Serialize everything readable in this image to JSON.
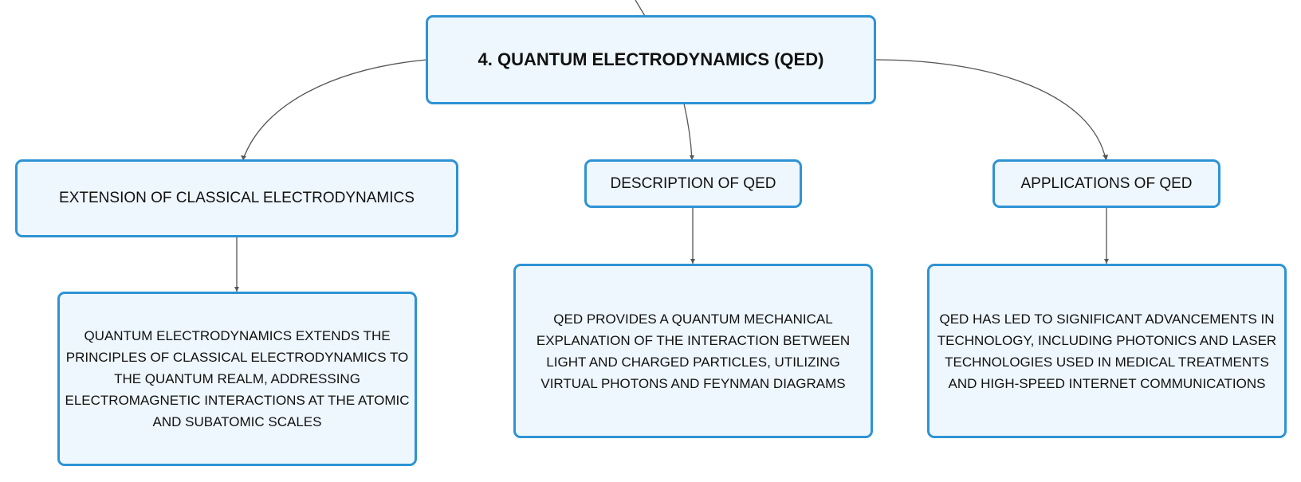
{
  "accent_color": "#2e93d4",
  "node_fill": "#eef7fd",
  "edge_color": "#555555",
  "root": {
    "label": "4. QUANTUM ELECTRODYNAMICS (QED)"
  },
  "topics": [
    {
      "label": "EXTENSION OF CLASSICAL ELECTRODYNAMICS",
      "detail": "QUANTUM ELECTRODYNAMICS EXTENDS THE PRINCIPLES OF CLASSICAL ELECTRODYNAMICS TO THE QUANTUM REALM, ADDRESSING ELECTROMAGNETIC INTERACTIONS AT THE ATOMIC AND SUBATOMIC SCALES"
    },
    {
      "label": "DESCRIPTION OF QED",
      "detail": "QED PROVIDES A QUANTUM MECHANICAL EXPLANATION OF THE INTERACTION BETWEEN LIGHT AND CHARGED PARTICLES, UTILIZING VIRTUAL PHOTONS AND FEYNMAN DIAGRAMS"
    },
    {
      "label": "APPLICATIONS OF QED",
      "detail": "QED HAS LED TO SIGNIFICANT ADVANCEMENTS IN TECHNOLOGY, INCLUDING PHOTONICS AND LASER TECHNOLOGIES USED IN MEDICAL TREATMENTS AND HIGH-SPEED INTERNET COMMUNICATIONS"
    }
  ]
}
